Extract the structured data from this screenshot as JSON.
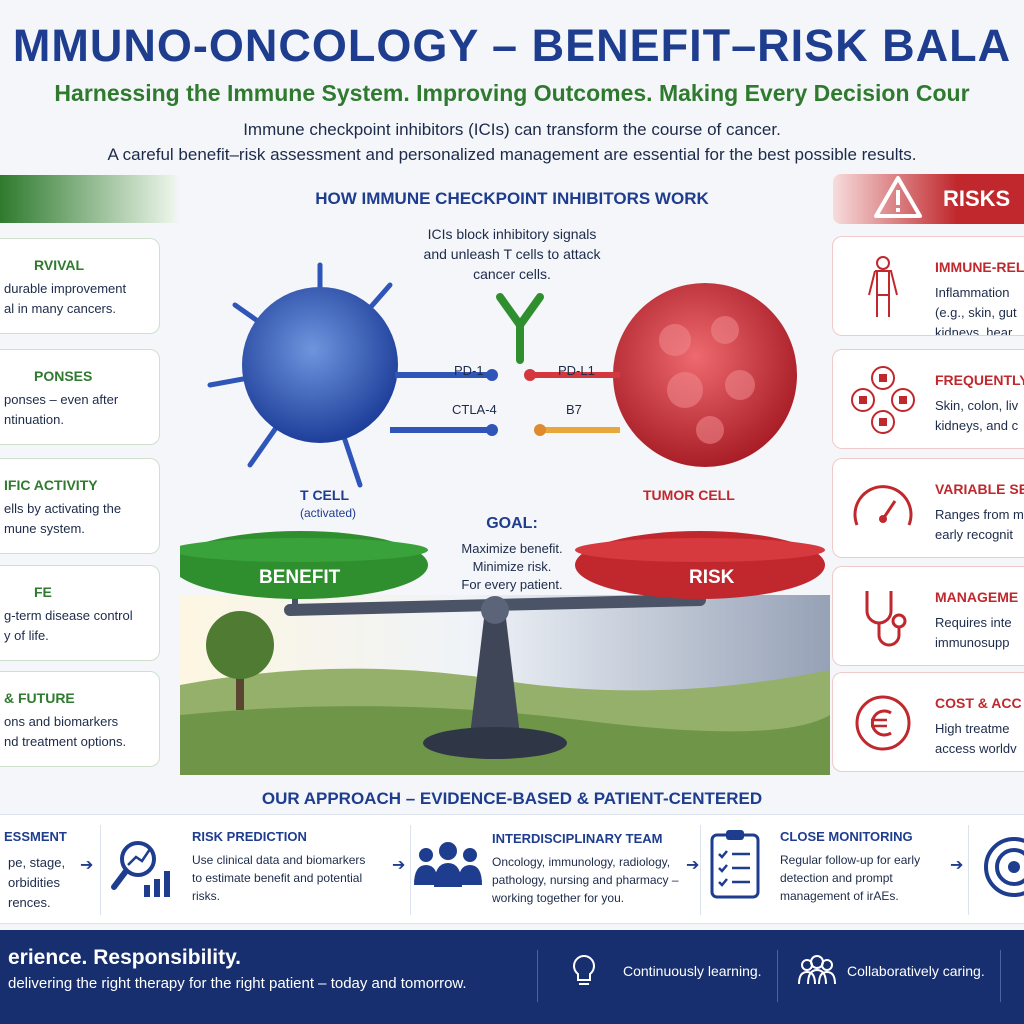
{
  "header": {
    "title": "MMUNO-ONCOLOGY – BENEFIT–RISK BALA",
    "tagline": "Harnessing the Immune System. Improving Outcomes. Making Every Decision Cour",
    "intro_line1": "Immune checkpoint inhibitors (ICIs) can transform the course of cancer.",
    "intro_line2": "A careful benefit–risk assessment and personalized management are essential for the best possible results."
  },
  "benefits": [
    {
      "title": "RVIVAL",
      "lines": [
        "durable improvement",
        "al in many cancers."
      ]
    },
    {
      "title": "PONSES",
      "lines": [
        "ponses – even after",
        "ntinuation."
      ]
    },
    {
      "title": "IFIC ACTIVITY",
      "lines": [
        "ells by activating the",
        "mune system."
      ]
    },
    {
      "title": "FE",
      "lines": [
        "g-term disease control",
        "y of life."
      ]
    },
    {
      "title": "& FUTURE",
      "lines": [
        "ons and biomarkers",
        "nd treatment options."
      ]
    }
  ],
  "risks": {
    "label": "RISKS",
    "items": [
      {
        "title": "IMMUNE-REL",
        "lines": [
          "Inflammation",
          "(e.g., skin, gut",
          "kidneys, hear"
        ],
        "icon": "body-icon"
      },
      {
        "title": "FREQUENTLY",
        "lines": [
          "Skin, colon, liv",
          "kidneys, and c"
        ],
        "icon": "organs-icon"
      },
      {
        "title": "VARIABLE SE",
        "lines": [
          "Ranges from m",
          "early recognit"
        ],
        "icon": "gauge-icon"
      },
      {
        "title": "MANAGEME",
        "lines": [
          "Requires inte",
          "immunosupp"
        ],
        "icon": "stethoscope-icon"
      },
      {
        "title": "COST & ACC",
        "lines": [
          "High treatme",
          "access worldv"
        ],
        "icon": "euro-icon"
      }
    ]
  },
  "center": {
    "how_title": "HOW IMMUNE CHECKPOINT INHIBITORS WORK",
    "mechanism": [
      "ICIs block inhibitory signals",
      "and unleash T cells to attack",
      "cancer cells."
    ],
    "pd1": "PD-1",
    "pdl1": "PD-L1",
    "ctla4": "CTLA-4",
    "b7": "B7",
    "tcell": "T CELL",
    "tcell_sub": "(activated)",
    "tumor": "TUMOR CELL",
    "goal_title": "GOAL:",
    "goal_lines": [
      "Maximize benefit.",
      "Minimize risk.",
      "For every patient."
    ],
    "benefit_pan": "BENEFIT",
    "risk_pan": "RISK"
  },
  "approach": {
    "title": "OUR APPROACH – EVIDENCE-BASED & PATIENT-CENTERED",
    "steps": [
      {
        "title": "ESSMENT",
        "lines": [
          "pe, stage,",
          "orbidities",
          "rences."
        ]
      },
      {
        "title": "RISK PREDICTION",
        "lines": [
          "Use clinical data and biomarkers",
          "to estimate benefit and potential",
          "risks."
        ]
      },
      {
        "title": "INTERDISCIPLINARY TEAM",
        "lines": [
          "Oncology, immunology, radiology,",
          "pathology, nursing and pharmacy –",
          "working together for you."
        ]
      },
      {
        "title": "CLOSE MONITORING",
        "lines": [
          "Regular follow-up for early",
          "detection and prompt",
          "management of irAEs."
        ]
      }
    ]
  },
  "footer": {
    "headline": "erience. Responsibility.",
    "sub": "delivering the right therapy for the right patient – today and tomorrow.",
    "item1": "Continuously learning.",
    "item2": "Collaboratively caring."
  },
  "colors": {
    "navy": "#1e3d8f",
    "green": "#2f7a2e",
    "red": "#c0282d",
    "footer": "#172f6e"
  }
}
